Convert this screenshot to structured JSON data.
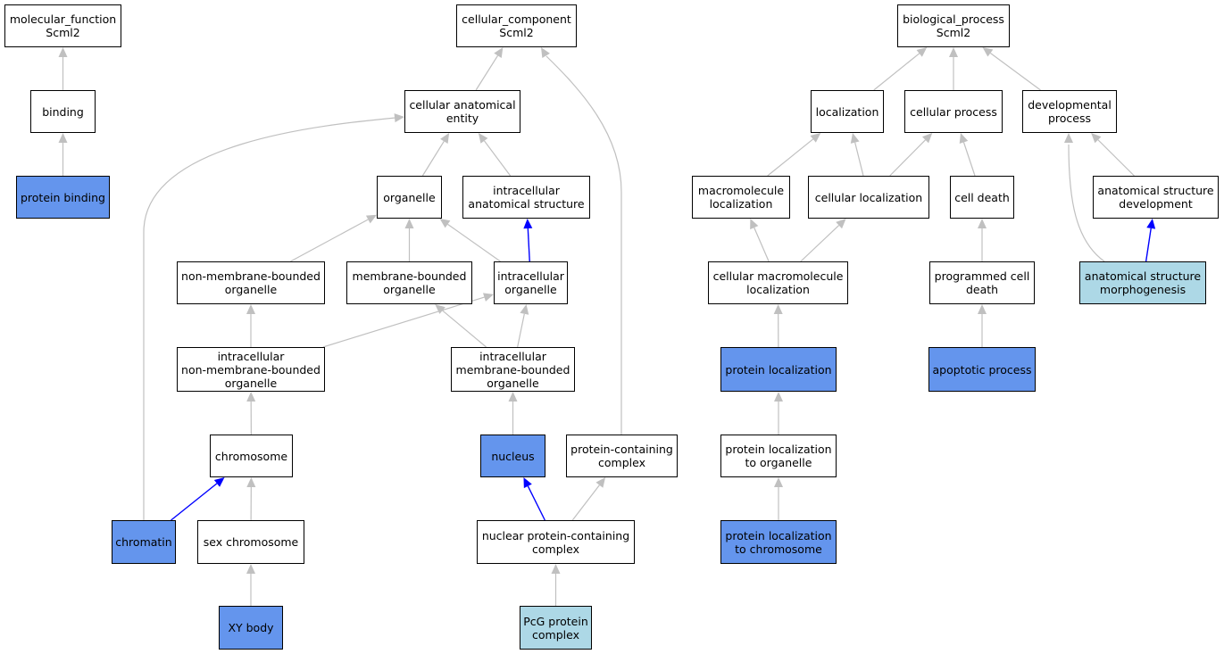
{
  "colors": {
    "primary_fill": "#6495ed",
    "secondary_fill": "#add8e6",
    "plain_fill": "#ffffff",
    "edge_gray": "#c0c0c0",
    "edge_blue": "#0000ff"
  },
  "nodes": {
    "mf_root": {
      "label": "molecular_function\nScml2",
      "style": "plain"
    },
    "binding": {
      "label": "binding",
      "style": "plain"
    },
    "protein_binding": {
      "label": "protein binding",
      "style": "primary"
    },
    "cc_root": {
      "label": "cellular_component\nScml2",
      "style": "plain"
    },
    "cellular_anatomical_entity": {
      "label": "cellular anatomical\nentity",
      "style": "plain"
    },
    "organelle": {
      "label": "organelle",
      "style": "plain"
    },
    "intracellular_anatomical_structure": {
      "label": "intracellular\nanatomical structure",
      "style": "plain"
    },
    "non_membrane_bounded_organelle": {
      "label": "non-membrane-bounded\norganelle",
      "style": "plain"
    },
    "membrane_bounded_organelle": {
      "label": "membrane-bounded\norganelle",
      "style": "plain"
    },
    "intracellular_organelle": {
      "label": "intracellular\norganelle",
      "style": "plain"
    },
    "intracellular_non_membrane_bounded_organelle": {
      "label": "intracellular\nnon-membrane-bounded\norganelle",
      "style": "plain"
    },
    "intracellular_membrane_bounded_organelle": {
      "label": "intracellular\nmembrane-bounded\norganelle",
      "style": "plain"
    },
    "chromosome": {
      "label": "chromosome",
      "style": "plain"
    },
    "chromatin": {
      "label": "chromatin",
      "style": "primary"
    },
    "sex_chromosome": {
      "label": "sex chromosome",
      "style": "plain"
    },
    "xy_body": {
      "label": "XY body",
      "style": "primary"
    },
    "nucleus": {
      "label": "nucleus",
      "style": "primary"
    },
    "protein_containing_complex": {
      "label": "protein-containing\ncomplex",
      "style": "plain"
    },
    "nuclear_protein_containing_complex": {
      "label": "nuclear protein-containing\ncomplex",
      "style": "plain"
    },
    "pcg_protein_complex": {
      "label": "PcG protein\ncomplex",
      "style": "secondary"
    },
    "bp_root": {
      "label": "biological_process\nScml2",
      "style": "plain"
    },
    "localization": {
      "label": "localization",
      "style": "plain"
    },
    "cellular_process": {
      "label": "cellular process",
      "style": "plain"
    },
    "developmental_process": {
      "label": "developmental\nprocess",
      "style": "plain"
    },
    "macromolecule_localization": {
      "label": "macromolecule\nlocalization",
      "style": "plain"
    },
    "cellular_localization": {
      "label": "cellular localization",
      "style": "plain"
    },
    "cell_death": {
      "label": "cell death",
      "style": "plain"
    },
    "anatomical_structure_development": {
      "label": "anatomical structure\ndevelopment",
      "style": "plain"
    },
    "cellular_macromolecule_localization": {
      "label": "cellular macromolecule\nlocalization",
      "style": "plain"
    },
    "programmed_cell_death": {
      "label": "programmed cell\ndeath",
      "style": "plain"
    },
    "anatomical_structure_morphogenesis": {
      "label": "anatomical structure\nmorphogenesis",
      "style": "secondary"
    },
    "protein_localization": {
      "label": "protein localization",
      "style": "primary"
    },
    "apoptotic_process": {
      "label": "apoptotic process",
      "style": "primary"
    },
    "protein_localization_to_organelle": {
      "label": "protein localization\nto organelle",
      "style": "plain"
    },
    "protein_localization_to_chromosome": {
      "label": "protein localization\nto chromosome",
      "style": "primary"
    }
  },
  "edges": [
    {
      "from": "binding",
      "to": "mf_root",
      "color": "gray"
    },
    {
      "from": "protein_binding",
      "to": "binding",
      "color": "gray"
    },
    {
      "from": "cellular_anatomical_entity",
      "to": "cc_root",
      "color": "gray"
    },
    {
      "from": "protein_containing_complex",
      "to": "cc_root",
      "color": "gray"
    },
    {
      "from": "organelle",
      "to": "cellular_anatomical_entity",
      "color": "gray"
    },
    {
      "from": "intracellular_anatomical_structure",
      "to": "cellular_anatomical_entity",
      "color": "gray"
    },
    {
      "from": "chromatin",
      "to": "cellular_anatomical_entity",
      "color": "gray"
    },
    {
      "from": "non_membrane_bounded_organelle",
      "to": "organelle",
      "color": "gray"
    },
    {
      "from": "membrane_bounded_organelle",
      "to": "organelle",
      "color": "gray"
    },
    {
      "from": "intracellular_organelle",
      "to": "organelle",
      "color": "gray"
    },
    {
      "from": "intracellular_organelle",
      "to": "intracellular_anatomical_structure",
      "color": "blue"
    },
    {
      "from": "intracellular_non_membrane_bounded_organelle",
      "to": "non_membrane_bounded_organelle",
      "color": "gray"
    },
    {
      "from": "intracellular_non_membrane_bounded_organelle",
      "to": "intracellular_organelle",
      "color": "gray"
    },
    {
      "from": "intracellular_membrane_bounded_organelle",
      "to": "membrane_bounded_organelle",
      "color": "gray"
    },
    {
      "from": "intracellular_membrane_bounded_organelle",
      "to": "intracellular_organelle",
      "color": "gray"
    },
    {
      "from": "chromosome",
      "to": "intracellular_non_membrane_bounded_organelle",
      "color": "gray"
    },
    {
      "from": "chromatin",
      "to": "chromosome",
      "color": "blue"
    },
    {
      "from": "sex_chromosome",
      "to": "chromosome",
      "color": "gray"
    },
    {
      "from": "xy_body",
      "to": "sex_chromosome",
      "color": "gray"
    },
    {
      "from": "nucleus",
      "to": "intracellular_membrane_bounded_organelle",
      "color": "gray"
    },
    {
      "from": "nuclear_protein_containing_complex",
      "to": "nucleus",
      "color": "blue"
    },
    {
      "from": "nuclear_protein_containing_complex",
      "to": "protein_containing_complex",
      "color": "gray"
    },
    {
      "from": "pcg_protein_complex",
      "to": "nuclear_protein_containing_complex",
      "color": "gray"
    },
    {
      "from": "localization",
      "to": "bp_root",
      "color": "gray"
    },
    {
      "from": "cellular_process",
      "to": "bp_root",
      "color": "gray"
    },
    {
      "from": "developmental_process",
      "to": "bp_root",
      "color": "gray"
    },
    {
      "from": "macromolecule_localization",
      "to": "localization",
      "color": "gray"
    },
    {
      "from": "cellular_localization",
      "to": "localization",
      "color": "gray"
    },
    {
      "from": "cellular_localization",
      "to": "cellular_process",
      "color": "gray"
    },
    {
      "from": "cell_death",
      "to": "cellular_process",
      "color": "gray"
    },
    {
      "from": "anatomical_structure_development",
      "to": "developmental_process",
      "color": "gray"
    },
    {
      "from": "anatomical_structure_morphogenesis",
      "to": "developmental_process",
      "color": "gray"
    },
    {
      "from": "anatomical_structure_morphogenesis",
      "to": "anatomical_structure_development",
      "color": "blue"
    },
    {
      "from": "cellular_macromolecule_localization",
      "to": "macromolecule_localization",
      "color": "gray"
    },
    {
      "from": "cellular_macromolecule_localization",
      "to": "cellular_localization",
      "color": "gray"
    },
    {
      "from": "programmed_cell_death",
      "to": "cell_death",
      "color": "gray"
    },
    {
      "from": "protein_localization",
      "to": "cellular_macromolecule_localization",
      "color": "gray"
    },
    {
      "from": "apoptotic_process",
      "to": "programmed_cell_death",
      "color": "gray"
    },
    {
      "from": "protein_localization_to_organelle",
      "to": "protein_localization",
      "color": "gray"
    },
    {
      "from": "protein_localization_to_chromosome",
      "to": "protein_localization_to_organelle",
      "color": "gray"
    }
  ]
}
